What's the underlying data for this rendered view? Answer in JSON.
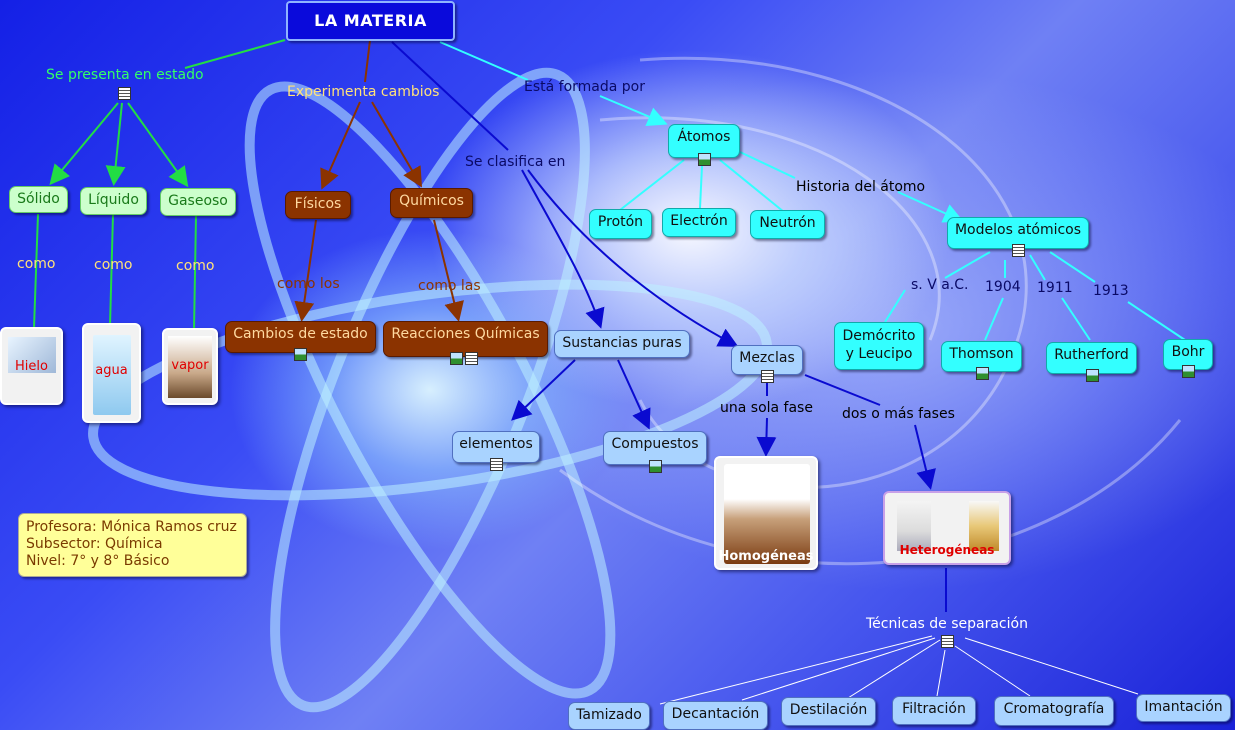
{
  "title": "LA MATERIA",
  "link_labels": {
    "presenta": "Se presenta en estado",
    "experimenta": "Experimenta cambios",
    "formada": "Está formada por",
    "clasifica": "Se clasifica en",
    "historia": "Historia del átomo",
    "como1": "como",
    "como2": "como",
    "como3": "como",
    "como_los": "como los",
    "como_las": "como las",
    "sva": "s. V a.C.",
    "y1904": "1904",
    "y1911": "1911",
    "y1913": "1913",
    "una_fase": "una sola fase",
    "dos_fases": "dos o más fases",
    "tecnicas": "Técnicas de separación"
  },
  "nodes": {
    "solido": "Sólido",
    "liquido": "Líquido",
    "gaseoso": "Gaseoso",
    "fisicos": "Físicos",
    "quimicos": "Químicos",
    "cambios_estado": "Cambios de estado",
    "reacciones": "Reacciones Químicas",
    "atomos": "Átomos",
    "proton": "Protón",
    "electron": "Electrón",
    "neutron": "Neutrón",
    "modelos": "Modelos atómicos",
    "democrito": "Demócrito\ny Leucipo",
    "thomson": "Thomson",
    "rutherford": "Rutherford",
    "bohr": "Bohr",
    "sustancias": "Sustancias puras",
    "mezclas": "Mezclas",
    "elementos": "elementos",
    "compuestos": "Compuestos",
    "tamizado": "Tamizado",
    "decantacion": "Decantación",
    "destilacion": "Destilación",
    "filtracion": "Filtración",
    "cromatografia": "Cromatografía",
    "imantacion": "Imantación"
  },
  "images": {
    "hielo": "Hielo",
    "agua": "agua",
    "vapor": "vapor",
    "homogeneas": "Homogéneas",
    "heterogeneas": "Heterogéneas"
  },
  "note": {
    "profesora": "Profesora: Mónica Ramos cruz",
    "subsector": "Subsector: Química",
    "nivel": "Nivel: 7° y 8° Básico"
  },
  "colors": {
    "green_link": "#22dd44",
    "brown_link": "#8b3300",
    "cyan_link": "#33ffff",
    "blue_link": "#0a0ad0",
    "white_link": "#ffffff"
  }
}
